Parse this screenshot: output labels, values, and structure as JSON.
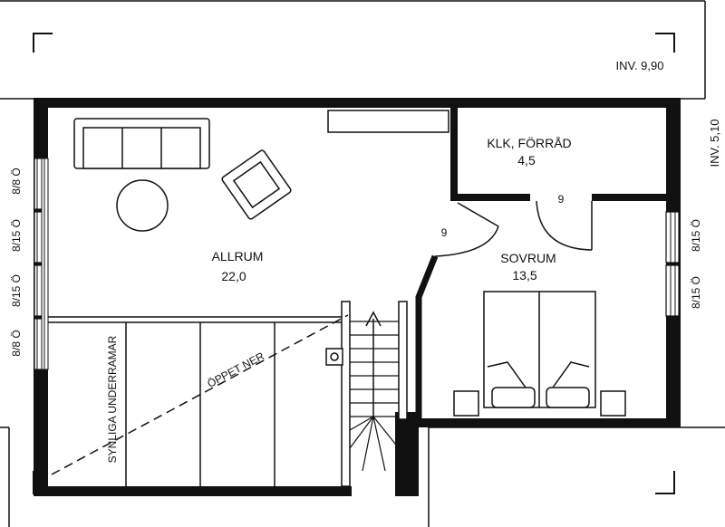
{
  "labels": {
    "inv_top": "INV. 9,90",
    "inv_right": "INV. 5,10",
    "allrum_name": "ALLRUM",
    "allrum_area": "22,0",
    "klk_name": "KLK, FÖRRÅD",
    "klk_area": "4,5",
    "sovrum_name": "SOVRUM",
    "sovrum_area": "13,5",
    "door_width_a": "9",
    "door_width_b": "9",
    "synliga": "SYNLIGA UNDERRAMAR",
    "oppet": "ÖPPET NER",
    "win_left_1": "8/8 Ö",
    "win_left_2": "8/15 Ö",
    "win_left_3": "8/15 Ö",
    "win_left_4": "8/8 Ö",
    "win_right_1": "8/15 Ö",
    "win_right_2": "8/15 Ö"
  }
}
